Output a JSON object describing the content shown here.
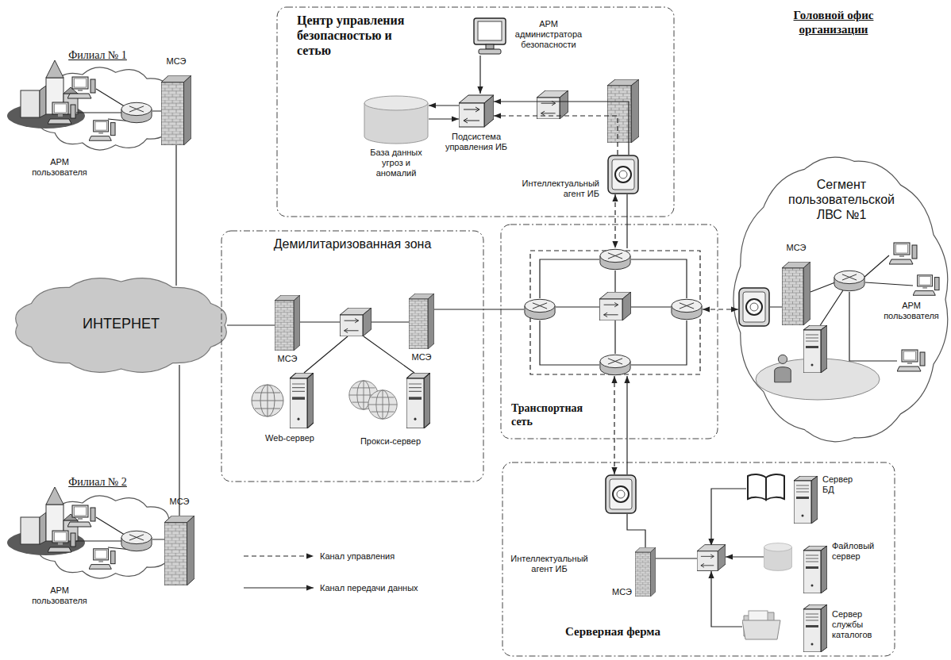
{
  "diagram": {
    "title": "Головной офис организации",
    "nodes": [
      {
        "text": [
          "Филиал № 1"
        ]
      },
      {
        "text": [
          "МСЭ"
        ],
        "in": 0
      },
      {
        "text": [
          "АРМ пользователя"
        ],
        "in": 0
      },
      {
        "text": [
          "Центр управления безопасностью и сетью"
        ]
      },
      {
        "text": [
          "АРМ администратора безопасности"
        ],
        "in": 3
      },
      {
        "text": [
          "База данных угроз и аномалий"
        ],
        "in": 3
      },
      {
        "text": [
          "Подсистема управления ИБ"
        ],
        "in": 3
      },
      {
        "text": [
          "Интеллектуальный агент ИБ"
        ],
        "in": 3
      },
      {
        "text": [
          "Сегмент пользовательской ЛВС №1"
        ]
      },
      {
        "text": [
          "МСЭ"
        ],
        "in": 8
      },
      {
        "text": [
          "АРМ пользователя"
        ],
        "in": 8
      },
      {
        "text": [
          "ИНТЕРНЕТ"
        ]
      },
      {
        "text": [
          "Демилитаризованная зона"
        ]
      },
      {
        "text": [
          "МСЭ"
        ],
        "in": 12
      },
      {
        "text": [
          "МСЭ"
        ],
        "in": 12
      },
      {
        "text": [
          "Web-сервер"
        ],
        "in": 12
      },
      {
        "text": [
          "Прокси-сервер"
        ],
        "in": 12
      },
      {
        "text": [
          "Транспортная сеть"
        ]
      },
      {
        "text": [
          "Филиал № 2"
        ]
      },
      {
        "text": [
          "МСЭ"
        ],
        "in": 18
      },
      {
        "text": [
          "АРМ пользователя"
        ],
        "in": 18
      },
      {
        "text": [
          "Серверная ферма"
        ]
      },
      {
        "text": [
          "Интеллектуальный агент ИБ"
        ],
        "in": 21
      },
      {
        "text": [
          "МСЭ"
        ],
        "in": 21
      },
      {
        "text": [
          "Сервер БД"
        ],
        "in": 21
      },
      {
        "text": [
          "Файловый сервер"
        ],
        "in": 21
      },
      {
        "text": [
          "Сервер службы каталогов"
        ],
        "in": 21
      }
    ],
    "edges": [
      {
        "from": 1,
        "to": 11,
        "arrow": "none"
      },
      {
        "from": 19,
        "to": 11,
        "arrow": "none"
      },
      {
        "from": 11,
        "to": 13,
        "arrow": "none"
      },
      {
        "from": 14,
        "to": 17,
        "arrow": "none"
      },
      {
        "from": 4,
        "to": 6,
        "arrow": "to"
      },
      {
        "from": 6,
        "to": 5,
        "arrow": "to"
      },
      {
        "from": 5,
        "to": 6,
        "arrow": "to"
      },
      {
        "from": 7,
        "to": 6,
        "arrow": "to"
      },
      {
        "from": 7,
        "to": 6,
        "arrow": "to"
      },
      {
        "from": 7,
        "to": 17,
        "arrow": "none"
      },
      {
        "from": 7,
        "to": 17,
        "arrow": "both"
      },
      {
        "from": 17,
        "to": 8,
        "arrow": "both"
      },
      {
        "from": 22,
        "to": 17,
        "arrow": "to"
      },
      {
        "from": 22,
        "to": 17,
        "arrow": "both"
      },
      {
        "from": 22,
        "to": 23,
        "arrow": "none"
      }
    ],
    "legend": [
      {
        "text": "Канал управления"
      },
      {
        "text": "Канал передачи данных"
      }
    ]
  }
}
